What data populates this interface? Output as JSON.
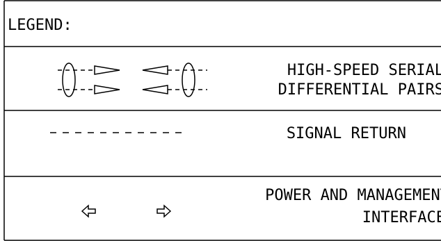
{
  "legend": {
    "title": "LEGEND:",
    "rows": [
      {
        "symbol": "differential-pair-arrows",
        "label_lines": [
          "HIGH-SPEED SERIAL",
          "DIFFERENTIAL PAIRS"
        ]
      },
      {
        "symbol": "dashed-line",
        "label_lines": [
          "SIGNAL RETURN"
        ]
      },
      {
        "symbol": "hollow-bidirectional-arrows",
        "label_lines": [
          "POWER AND MANAGEMENT",
          "INTERFACE"
        ]
      }
    ]
  }
}
